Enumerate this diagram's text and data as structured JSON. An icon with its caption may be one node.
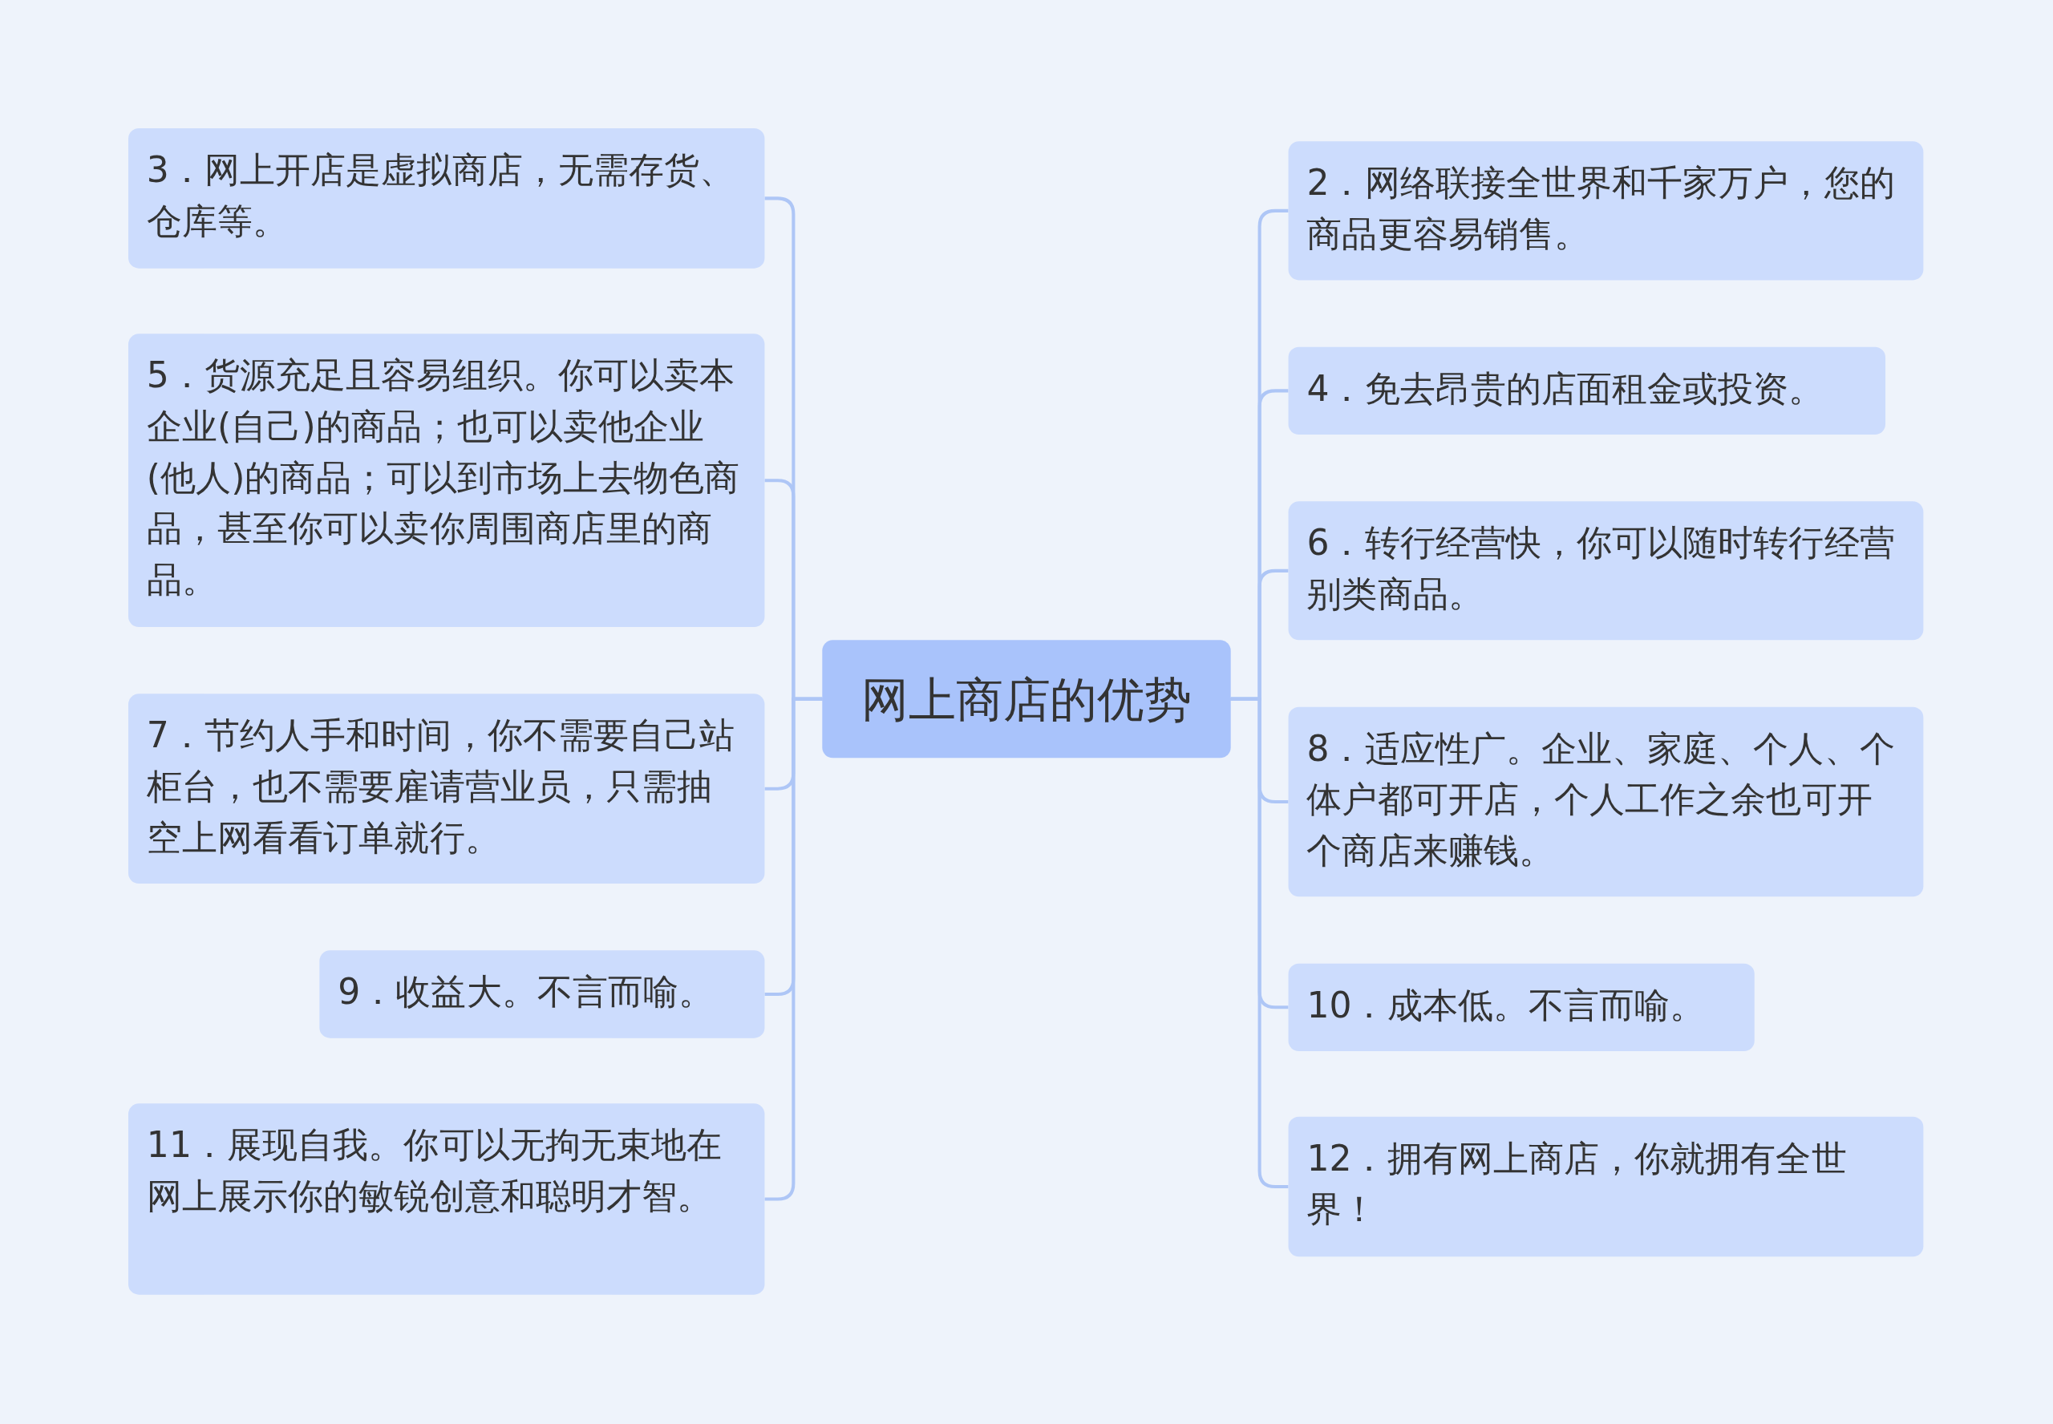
{
  "diagram": {
    "nodes": [
      {
        "text": [
          "网上商店的优势"
        ]
      },
      {
        "text": [
          "2．网络联接全世界和千家万户，您的商品更容易销售。"
        ]
      },
      {
        "text": [
          "3．网上开店是虚拟商店，无需存货、仓库等。"
        ]
      },
      {
        "text": [
          "4．免去昂贵的店面租金或投资。"
        ]
      },
      {
        "text": [
          "5．货源充足且容易组织。你可以卖本企业(自己)的商品；也可以卖他企业(他人)的商品；可以到市场上去物色商品，甚至你可以卖你周围商店里的商品。"
        ]
      },
      {
        "text": [
          "6．转行经营快，你可以随时转行经营别类商品。"
        ]
      },
      {
        "text": [
          "7．节约人手和时间，你不需要自己站柜台，也不需要雇请营业员，只需抽空上网看看订单就行。"
        ]
      },
      {
        "text": [
          "8．适应性广。企业、家庭、个人、个体户都可开店，个人工作之余也可开个商店来赚钱。"
        ]
      },
      {
        "text": [
          "9．收益大。不言而喻。"
        ]
      },
      {
        "text": [
          "10．成本低。不言而喻。"
        ]
      },
      {
        "text": [
          "11．展现自我。你可以无拘无束地在网上展示你的敏锐创意和聪明才智。"
        ]
      },
      {
        "text": [
          "12．拥有网上商店，你就拥有全世界！"
        ]
      }
    ],
    "edges": [
      {
        "from": 0,
        "to": 1,
        "arrow": "none"
      },
      {
        "from": 0,
        "to": 2,
        "arrow": "none"
      },
      {
        "from": 0,
        "to": 3,
        "arrow": "none"
      },
      {
        "from": 0,
        "to": 4,
        "arrow": "none"
      },
      {
        "from": 0,
        "to": 5,
        "arrow": "none"
      },
      {
        "from": 0,
        "to": 6,
        "arrow": "none"
      },
      {
        "from": 0,
        "to": 7,
        "arrow": "none"
      },
      {
        "from": 0,
        "to": 8,
        "arrow": "none"
      },
      {
        "from": 0,
        "to": 9,
        "arrow": "none"
      },
      {
        "from": 0,
        "to": 10,
        "arrow": "none"
      },
      {
        "from": 0,
        "to": 11,
        "arrow": "none"
      }
    ]
  }
}
